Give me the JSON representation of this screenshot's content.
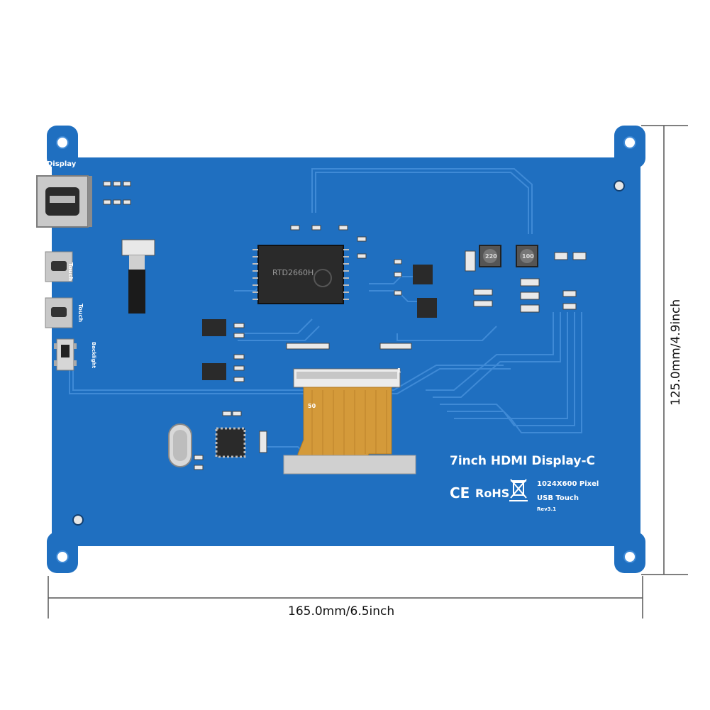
{
  "board": {
    "title": "7inch HDMI Display-C",
    "resolution": "1024X600 Pixel",
    "touch": "USB Touch",
    "revision": "Rev3.1",
    "port_display": "Display",
    "port_touch_1": "Touch",
    "port_touch_2": "Touch",
    "switch_backlight": "Backlight",
    "chip_main": "RTD2660H",
    "fpc_mark_1": "50",
    "fpc_mark_2": "1",
    "cert_ce": "CE",
    "cert_rohs": "RoHS",
    "inductor_1": "220",
    "inductor_2": "100",
    "colors": {
      "pcb": "#1f6fc0",
      "pcb_dark": "#1a5fa8",
      "trace": "#3f8ad6",
      "fpc": "#d49a3a",
      "silk": "#ffffff"
    }
  },
  "dimensions": {
    "width_label": "165.0mm/6.5inch",
    "height_label": "125.0mm/4.9inch"
  }
}
